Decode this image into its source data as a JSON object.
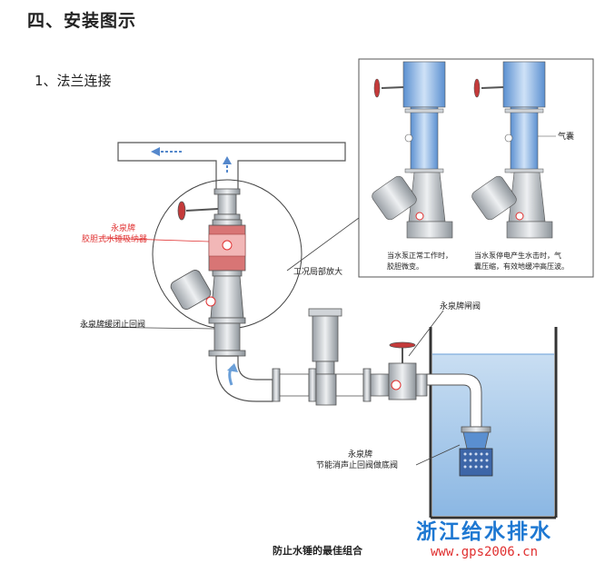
{
  "page": {
    "section_title": "四、安装图示",
    "subsection_title": "1、法兰连接",
    "caption": "防止水锤的最佳组合"
  },
  "labels": {
    "absorber_brand": "永泉牌",
    "absorber_name": "胶胆式水锤吸纳器",
    "zoom_note": "工况局部放大",
    "check_valve": "永泉牌缓闭止回阀",
    "gate_valve": "永泉牌闸阀",
    "foot_valve_brand": "永泉牌",
    "foot_valve_name": "节能消声止回阀做底阀",
    "airbag": "气囊",
    "inset_left_line1": "当水泵正常工作时，",
    "inset_left_line2": "胶胆微变。",
    "inset_right_line1": "当水泵停电产生水击时，气",
    "inset_right_line2": "囊压缩，有效地缓冲高压波。"
  },
  "watermark": {
    "brand": "浙江给水排水",
    "url": "www.gps2006.cn"
  },
  "colors": {
    "pipe": "#ffffff",
    "pipe_stroke": "#555555",
    "water": "#a9cdea",
    "blue_arrow": "#6a9fd8",
    "red": "#e03030",
    "brand_blue": "#1e78d2"
  }
}
